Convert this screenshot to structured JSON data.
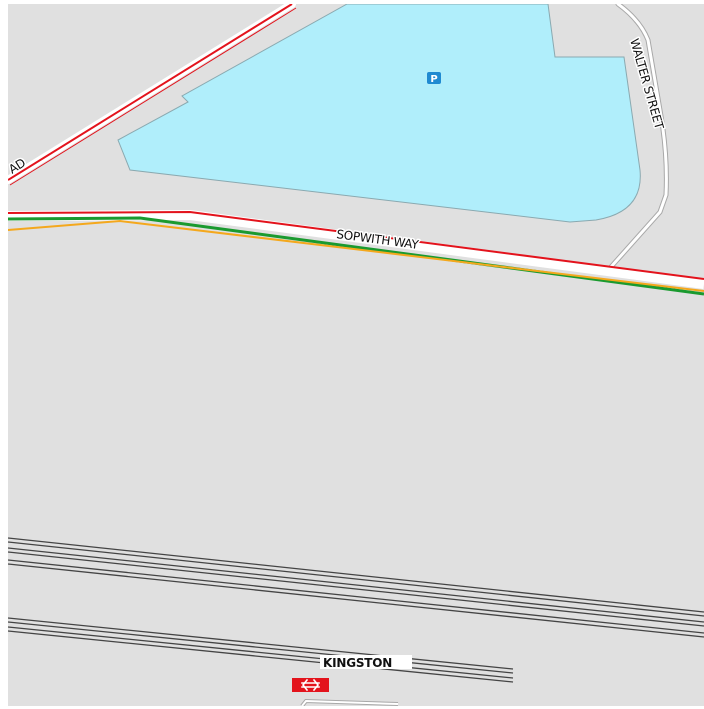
{
  "map": {
    "labels": {
      "road_top_left_fragment": "AD",
      "sopwith_way": "SOPWITH WAY",
      "walter_street": "WALTER STREET",
      "station": "KINGSTON"
    },
    "parking_symbol": "P",
    "icons": {
      "parking": "parking-icon",
      "railway_station": "national-rail-icon"
    },
    "colors": {
      "land": "#e0e0e0",
      "car_park": "#b0eefb",
      "car_park_border": "#8aa9b0",
      "road_red": "#e3131c",
      "bus_route_green": "#1a9a2f",
      "road_orange": "#f4a81d",
      "road_casing": "#ffffff",
      "rail": "#444444",
      "parking_badge": "#1f8ad1",
      "station_badge": "#e3131c",
      "frame_border": "#ffffff"
    }
  }
}
